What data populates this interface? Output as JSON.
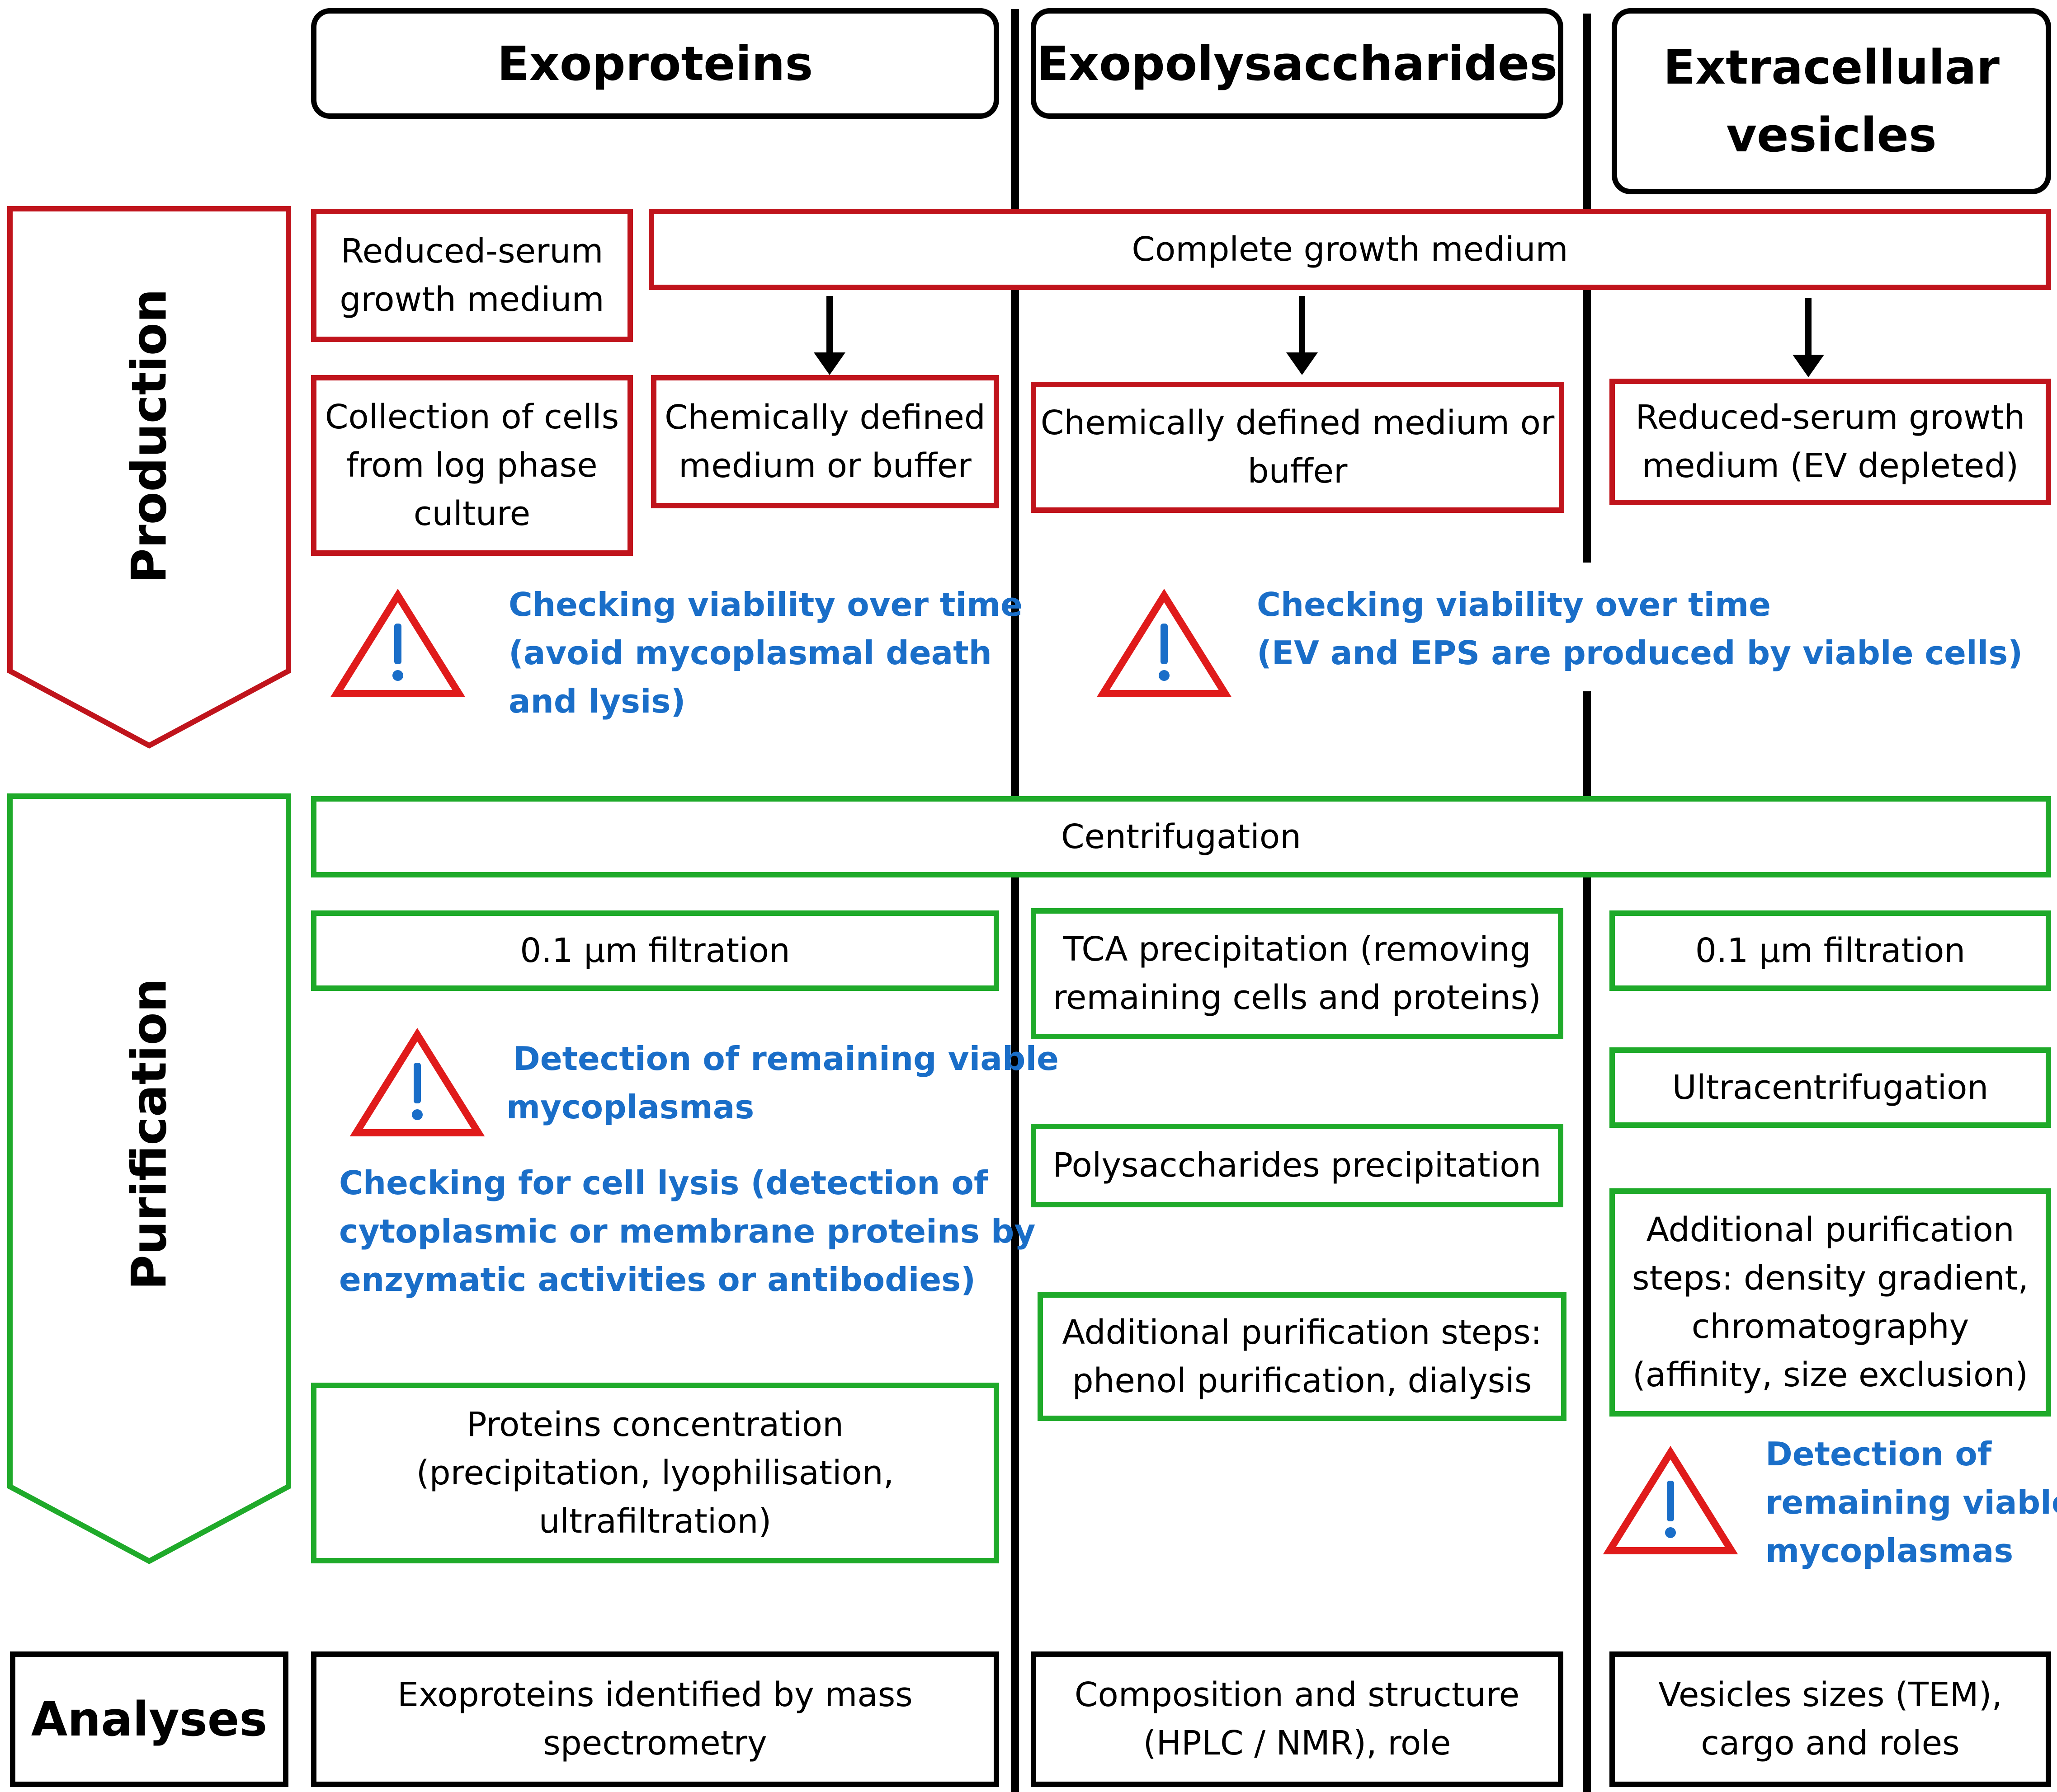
{
  "columns": {
    "exoproteins": "Exoproteins",
    "exopolysaccharides": "Exopolysaccharides",
    "extracellular_vesicles": [
      "Extracellular",
      "vesicles"
    ]
  },
  "stages": {
    "production": "Production",
    "purification": "Purification",
    "analyses": "Analyses"
  },
  "production": {
    "reduced_serum": [
      "Reduced-serum",
      "growth medium"
    ],
    "complete_medium": "Complete growth medium",
    "collection_cells": [
      "Collection of cells",
      "from log phase",
      "culture"
    ],
    "chem_defined_exo": [
      "Chemically defined",
      "medium or buffer"
    ],
    "chem_defined_eps": [
      "Chemically defined medium or",
      "buffer"
    ],
    "reduced_serum_ev": [
      "Reduced-serum growth",
      "medium (EV depleted)"
    ],
    "note_exo": [
      "Checking viability over time",
      "(avoid mycoplasmal death",
      "and lysis)"
    ],
    "note_eps_ev": [
      "Checking viability over time",
      "(EV and EPS are produced by viable cells)"
    ]
  },
  "purification": {
    "centrifugation": "Centrifugation",
    "filtration_exo": "0.1 µm filtration",
    "tca": [
      "TCA precipitation (removing",
      "remaining cells and proteins)"
    ],
    "filtration_ev": "0.1 µm filtration",
    "ultracentrifugation": "Ultracentrifugation",
    "poly_precip": "Polysaccharides precipitation",
    "additional_eps": [
      "Additional purification steps:",
      "phenol purification, dialysis"
    ],
    "additional_ev": [
      "Additional purification",
      "steps: density gradient,",
      "chromatography",
      "(affinity, size exclusion)"
    ],
    "protein_conc": [
      "Proteins concentration",
      "(precipitation, lyophilisation,",
      "ultrafiltration)"
    ],
    "note_viable_exo": [
      "Detection of remaining viable",
      "mycoplasmas"
    ],
    "note_lysis": [
      "Checking for cell lysis (detection of",
      "cytoplasmic or membrane proteins by",
      "enzymatic activities or antibodies)"
    ],
    "note_viable_ev": [
      "Detection of",
      "remaining viable",
      "mycoplasmas"
    ]
  },
  "analyses": {
    "exo": [
      "Exoproteins identified by mass",
      "spectrometry"
    ],
    "eps": [
      "Composition and structure",
      "(HPLC / NMR), role"
    ],
    "ev": [
      "Vesicles sizes (TEM),",
      "cargo and roles"
    ]
  },
  "colors": {
    "production_border": "#c0141c",
    "purification_border": "#1faa2a",
    "warning_triangle": "#e01b1b",
    "warning_mark": "#1a6ec8",
    "note_text": "#1a6ec8"
  },
  "icons": {
    "warning": "warning-icon",
    "arrow": "arrow-down-icon"
  }
}
